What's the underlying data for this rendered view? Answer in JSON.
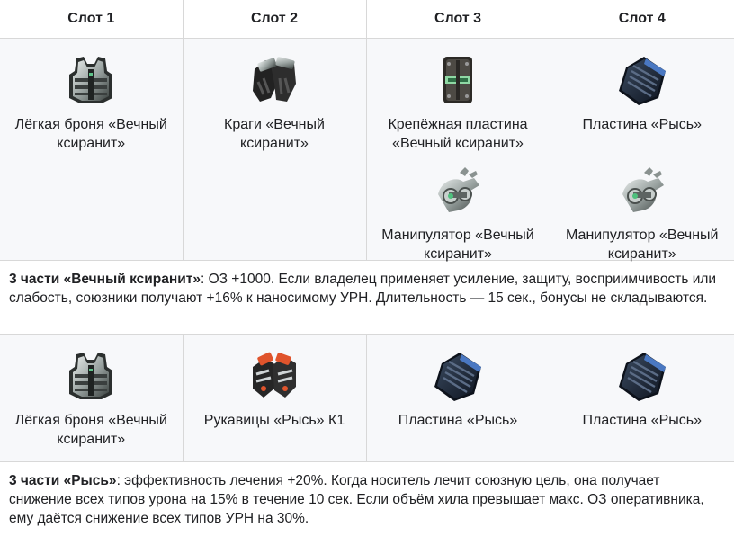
{
  "headers": [
    "Слот 1",
    "Слот 2",
    "Слот 3",
    "Слот 4"
  ],
  "set1": {
    "slot1": [
      {
        "name": "Лёгкая броня «Вечный ксиранит»",
        "icon": "armor-vest-icon"
      }
    ],
    "slot2": [
      {
        "name": "Краги «Вечный ксиранит»",
        "icon": "gauntlets-icon"
      }
    ],
    "slot3": [
      {
        "name": "Крепёжная пластина «Вечный ксиранит»",
        "icon": "mounting-plate-icon"
      },
      {
        "name": "Манипулятор «Вечный ксиранит»",
        "icon": "manipulator-icon"
      }
    ],
    "slot4": [
      {
        "name": "Пластина «Рысь»",
        "icon": "plate-icon"
      },
      {
        "name": "Манипулятор «Вечный ксиранит»",
        "icon": "manipulator-icon"
      }
    ],
    "bonus_title": "3 части «Вечный ксиранит»",
    "bonus_text": ": ОЗ +1000. Если владелец применяет усиление, защиту, восприимчивость или слабость, союзники получают +16% к наносимому УРН. Длительность — 15 сек., бонусы не складываются."
  },
  "set2": {
    "slot1": [
      {
        "name": "Лёгкая броня «Вечный ксиранит»",
        "icon": "armor-vest-icon"
      }
    ],
    "slot2": [
      {
        "name": "Рукавицы «Рысь» К1",
        "icon": "gloves-icon"
      }
    ],
    "slot3": [
      {
        "name": "Пластина «Рысь»",
        "icon": "plate-icon"
      }
    ],
    "slot4": [
      {
        "name": "Пластина «Рысь»",
        "icon": "plate-icon"
      }
    ],
    "bonus_title": "3 части «Рысь»",
    "bonus_text": ": эффективность лечения +20%. Когда носитель лечит союзную цель, она получает снижение всех типов урона на 15% в течение 10 сек. Если объём хила превышает макс. ОЗ оперативника, ему даётся снижение всех типов УРН на 30%."
  }
}
